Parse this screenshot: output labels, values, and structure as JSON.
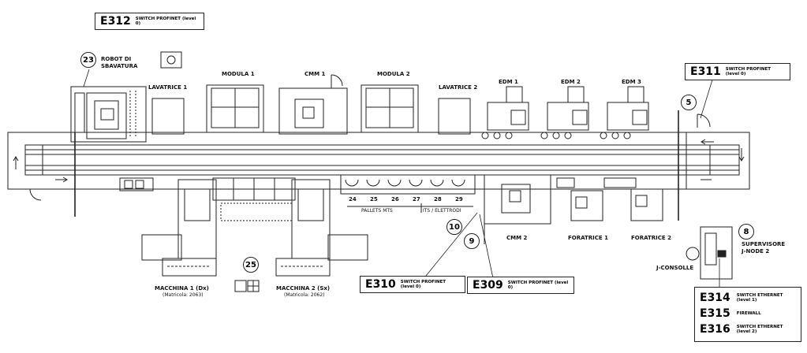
{
  "switch_tags": {
    "e312": {
      "code": "E312",
      "desc": "SWITCH PROFINET (level 0)"
    },
    "e311": {
      "code": "E311",
      "desc": "SWITCH PROFINET (level 0)"
    },
    "e310": {
      "code": "E310",
      "desc": "SWITCH PROFINET (level 0)"
    },
    "e309": {
      "code": "E309",
      "desc": "SWITCH PROFINET (level 0)"
    }
  },
  "network_block": [
    {
      "code": "E314",
      "desc": "SWITCH ETHERNET (level 1)"
    },
    {
      "code": "E315",
      "desc": "FIREWALL"
    },
    {
      "code": "E316",
      "desc": "SWITCH ETHERNET (level 2)"
    }
  ],
  "callouts": {
    "c23": "23",
    "c5": "5",
    "c10": "10",
    "c9": "9",
    "c8": "8",
    "c25": "25"
  },
  "stations": {
    "robot": "ROBOT DI SBAVATURA",
    "robot_line1": "ROBOT DI",
    "robot_line2": "SBAVATURA",
    "lavatrice1": "LAVATRICE 1",
    "modula1": "MODULA 1",
    "cmm1": "CMM 1",
    "modula2": "MODULA 2",
    "lavatrice2": "LAVATRICE 2",
    "edm1": "EDM 1",
    "edm2": "EDM 2",
    "edm3": "EDM 3",
    "cmm2": "CMM 2",
    "foratrice1": "FORATRICE 1",
    "foratrice2": "FORATRICE 2",
    "supervisore_line1": "SUPERVISORE",
    "supervisore_line2": "J-NODE 2",
    "jconsolle": "J-CONSOLLE",
    "macchina1": "MACCHINA 1 (Dx)",
    "macchina1_sub": "(Matricola: 2063)",
    "macchina2": "MACCHINA 2 (Sx)",
    "macchina2_sub": "(Matricola: 2062)"
  },
  "pallets": {
    "numbers": [
      "24",
      "25",
      "26",
      "27",
      "28",
      "29"
    ],
    "pallets_label": "PALLETS MTS",
    "its_label": "ITS / ELETTRODI"
  }
}
